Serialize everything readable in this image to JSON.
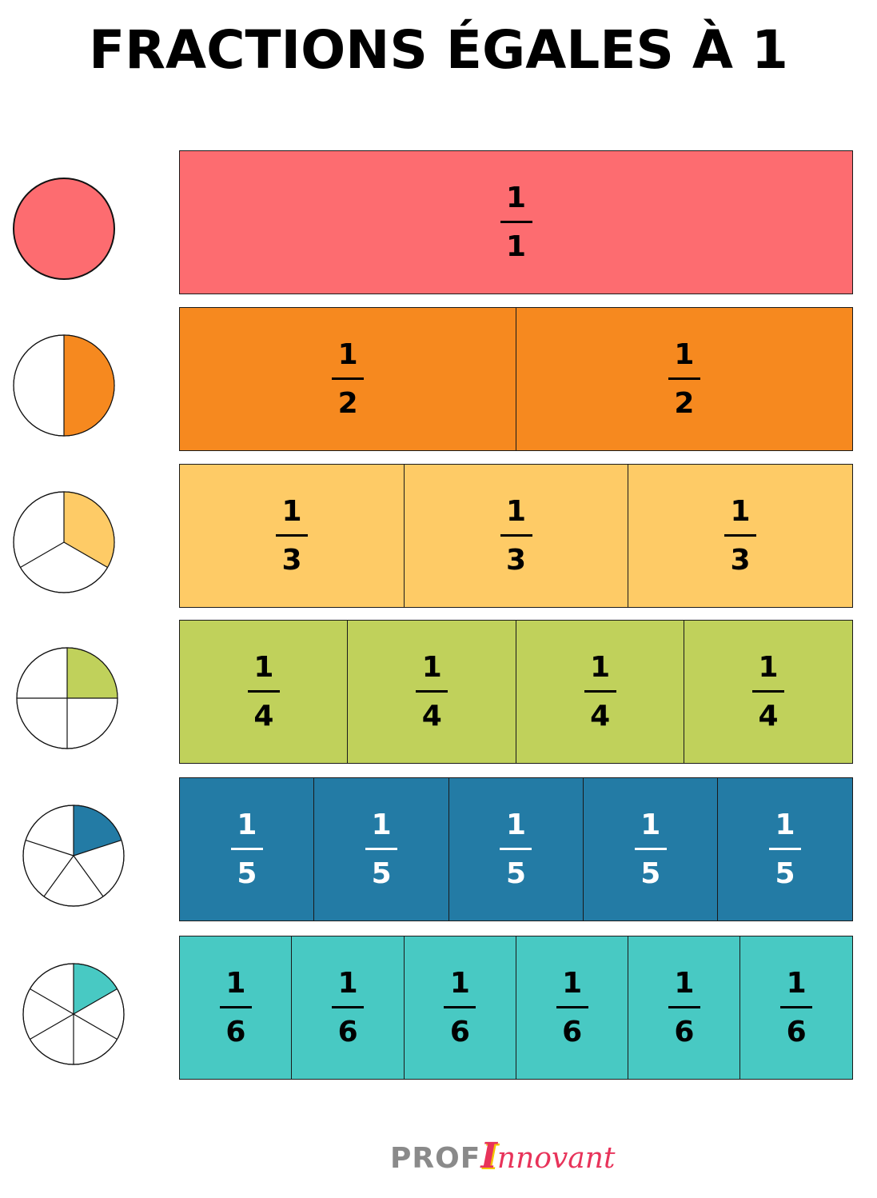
{
  "title": "FRACTIONS ÉGALES À 1",
  "rows": [
    {
      "denominator": "1",
      "numerator": "1",
      "parts": 1,
      "color": "#fd6c70",
      "text_color": "#000000"
    },
    {
      "denominator": "2",
      "numerator": "1",
      "parts": 2,
      "color": "#f6891f",
      "text_color": "#000000"
    },
    {
      "denominator": "3",
      "numerator": "1",
      "parts": 3,
      "color": "#fecb66",
      "text_color": "#000000"
    },
    {
      "denominator": "4",
      "numerator": "1",
      "parts": 4,
      "color": "#c0d15b",
      "text_color": "#000000"
    },
    {
      "denominator": "5",
      "numerator": "1",
      "parts": 5,
      "color": "#237ba5",
      "text_color": "#ffffff"
    },
    {
      "denominator": "6",
      "numerator": "1",
      "parts": 6,
      "color": "#48c9c3",
      "text_color": "#000000"
    }
  ],
  "logo": {
    "prof": "PROF",
    "innov_letter": "I",
    "innov_rest": "nnovant"
  }
}
